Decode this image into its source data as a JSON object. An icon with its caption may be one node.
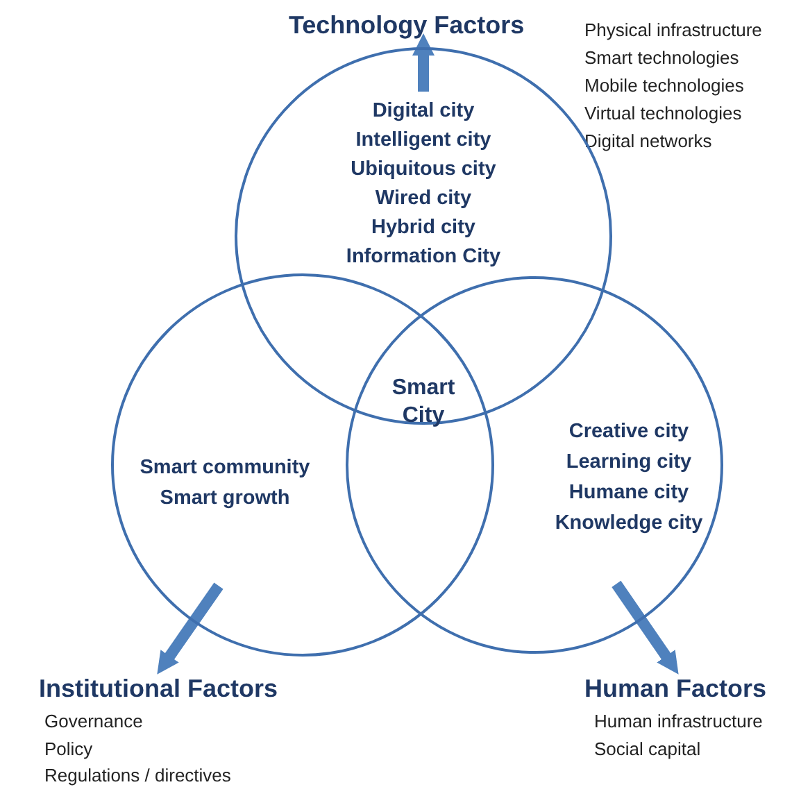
{
  "diagram": {
    "nodes": [
      {
        "text": [
          "Technology Factors"
        ],
        "beside": [
          "Physical infrastructure",
          "Smart technologies",
          "Mobile technologies",
          "Virtual technologies",
          "Digital networks"
        ]
      },
      {
        "text": [
          "Digital city",
          "Intelligent city",
          "Ubiquitous city",
          "Wired city",
          "Hybrid city",
          "Information City"
        ]
      },
      {
        "text": [
          "Smart community",
          "Smart growth"
        ]
      },
      {
        "text": [
          "Creative city",
          "Learning city",
          "Humane city",
          "Knowledge city"
        ]
      },
      {
        "text": [
          "Institutional Factors"
        ],
        "beside": [
          "Governance",
          "Policy",
          "Regulations / directives"
        ]
      },
      {
        "text": [
          "Human Factors"
        ],
        "beside": [
          "Human infrastructure",
          "Social capital"
        ]
      }
    ],
    "edges": [
      {
        "from": 1,
        "to": 0,
        "arrow": "to"
      },
      {
        "from": 2,
        "to": 4,
        "arrow": "to"
      },
      {
        "from": 3,
        "to": 5,
        "arrow": "to"
      }
    ],
    "labels": [
      "Smart City"
    ]
  }
}
